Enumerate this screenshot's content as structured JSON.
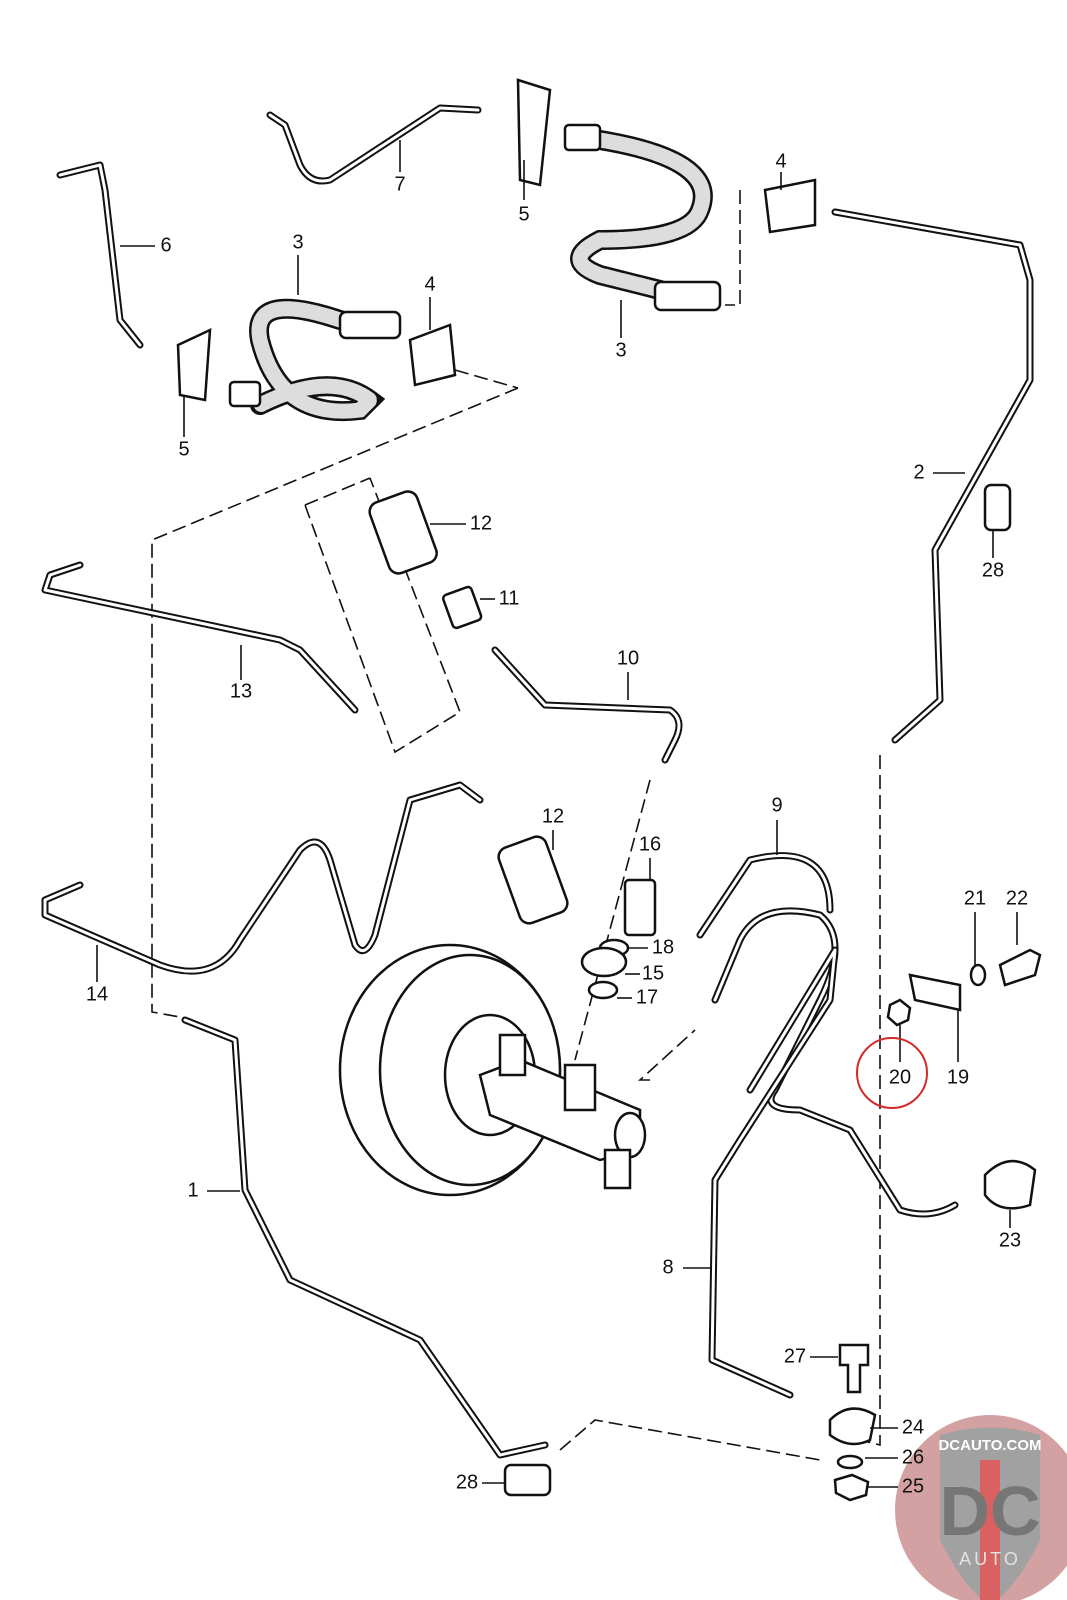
{
  "diagram": {
    "labels": [
      "7",
      "5",
      "4",
      "6",
      "3",
      "4",
      "3",
      "5",
      "2",
      "28",
      "12",
      "11",
      "10",
      "13",
      "9",
      "12",
      "16",
      "21",
      "22",
      "18",
      "15",
      "17",
      "14",
      "20",
      "19",
      "1",
      "23",
      "8",
      "27",
      "24",
      "26",
      "25",
      "28"
    ],
    "highlighted_label": "20",
    "highlight_color": "#d42a2a"
  },
  "watermark": {
    "top_text": "DCAUTO.COM",
    "monogram": "DC",
    "bottom_text": "AUTO",
    "colors": {
      "circle": "#c98a8a",
      "shield": "#8a8a8a",
      "stripe": "#d23a3a"
    }
  }
}
